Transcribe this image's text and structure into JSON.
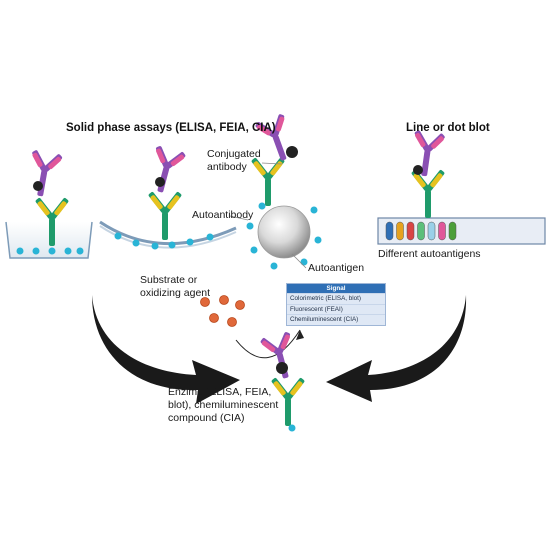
{
  "titles": {
    "solid_phase": "Solid phase assays (ELISA, FEIA, CIA)",
    "blot": "Line or dot blot"
  },
  "labels": {
    "conjugated_antibody": [
      "Conjugated",
      "antibody"
    ],
    "autoantibody": "Autoantibody",
    "autoantigen": "Autoantigen",
    "substrate": [
      "Substrate or",
      "oxidizing agent"
    ],
    "different_autoantigens": "Different autoantigens",
    "enzyme": [
      "Enzime (ELISA, FEIA,",
      "blot), chemiluminescent",
      "compound (CIA)"
    ]
  },
  "signal_table": {
    "header": "Signal",
    "rows": [
      "Colorimetric (ELISA, blot)",
      "Fluorescent (FEAI)",
      "Chemiluminescent (CIA)"
    ]
  },
  "colors": {
    "antigen_dot": "#29b4d6",
    "substrate_dot": "#e0683a",
    "arrow": "#1a1a1a",
    "heavy_chain_purple": "#8a4fb3",
    "light_chain_pink": "#e0579a",
    "heavy_chain_green": "#1f9b6b",
    "light_chain_yellow": "#e6c21f",
    "enzyme_black": "#222222",
    "signal_header": "#2f6fb5"
  },
  "blot_strip_colors": [
    "#2f6fb5",
    "#e6a21f",
    "#d94545",
    "#5bbf7a",
    "#9ad0e8",
    "#e0579a",
    "#4c9f3a"
  ]
}
